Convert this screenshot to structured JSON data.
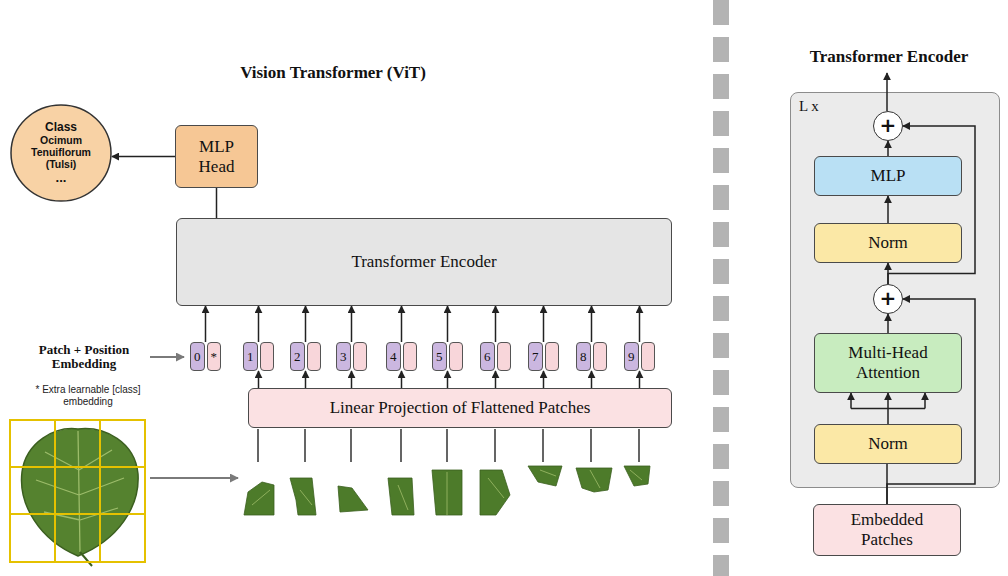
{
  "diagram": {
    "title": "Vision Transformer (ViT)",
    "nodes": [
      {
        "text": [
          "Class",
          "Ocimum Tenuiflorum (Tulsi)",
          "..."
        ]
      },
      {
        "text": [
          "MLP Head"
        ]
      },
      {
        "text": [
          "Transformer Encoder"
        ]
      },
      {
        "text": [
          "0",
          "*"
        ]
      },
      {
        "text": [
          "1"
        ]
      },
      {
        "text": [
          "2"
        ]
      },
      {
        "text": [
          "3"
        ]
      },
      {
        "text": [
          "4"
        ]
      },
      {
        "text": [
          "5"
        ]
      },
      {
        "text": [
          "6"
        ]
      },
      {
        "text": [
          "7"
        ]
      },
      {
        "text": [
          "8"
        ]
      },
      {
        "text": [
          "9"
        ]
      },
      {
        "text": [
          "Linear Projection of Flattened Patches"
        ]
      },
      {
        "text": [
          "Transformer Encoder",
          "L x"
        ]
      },
      {
        "text": [
          "+"
        ],
        "in": 14
      },
      {
        "text": [
          "MLP"
        ],
        "in": 14
      },
      {
        "text": [
          "Norm"
        ],
        "in": 14
      },
      {
        "text": [
          "+"
        ],
        "in": 14
      },
      {
        "text": [
          "Multi-Head Attention"
        ],
        "in": 14
      },
      {
        "text": [
          "Norm"
        ],
        "in": 14
      },
      {
        "text": [
          "Embedded Patches"
        ]
      }
    ],
    "edges": [
      {
        "from": 2,
        "to": 1,
        "arrow": "none"
      },
      {
        "from": 1,
        "to": 0,
        "arrow": "to"
      },
      {
        "from": 3,
        "to": 2,
        "arrow": "to"
      },
      {
        "from": 4,
        "to": 2,
        "arrow": "to"
      },
      {
        "from": 5,
        "to": 2,
        "arrow": "to"
      },
      {
        "from": 6,
        "to": 2,
        "arrow": "to"
      },
      {
        "from": 7,
        "to": 2,
        "arrow": "to"
      },
      {
        "from": 8,
        "to": 2,
        "arrow": "to"
      },
      {
        "from": 9,
        "to": 2,
        "arrow": "to"
      },
      {
        "from": 10,
        "to": 2,
        "arrow": "to"
      },
      {
        "from": 11,
        "to": 2,
        "arrow": "to"
      },
      {
        "from": 12,
        "to": 2,
        "arrow": "to"
      },
      {
        "from": 13,
        "to": 4,
        "arrow": "to"
      },
      {
        "from": 13,
        "to": 5,
        "arrow": "to"
      },
      {
        "from": 13,
        "to": 6,
        "arrow": "to"
      },
      {
        "from": 13,
        "to": 7,
        "arrow": "to"
      },
      {
        "from": 13,
        "to": 8,
        "arrow": "to"
      },
      {
        "from": 13,
        "to": 9,
        "arrow": "to"
      },
      {
        "from": 13,
        "to": 10,
        "arrow": "to"
      },
      {
        "from": 13,
        "to": 11,
        "arrow": "to"
      },
      {
        "from": 13,
        "to": 12,
        "arrow": "to"
      },
      {
        "from": 21,
        "to": 20,
        "arrow": "none"
      },
      {
        "from": 20,
        "to": 19,
        "arrow": "to"
      },
      {
        "from": 19,
        "to": 18,
        "arrow": "to"
      },
      {
        "from": 21,
        "to": 18,
        "arrow": "to"
      },
      {
        "from": 18,
        "to": 17,
        "arrow": "to"
      },
      {
        "from": 18,
        "to": 15,
        "arrow": "to"
      },
      {
        "from": 17,
        "to": 16,
        "arrow": "to"
      },
      {
        "from": 16,
        "to": 15,
        "arrow": "to"
      }
    ],
    "labels": [
      "Patch + Position Embedding",
      "* Extra learnable [class] embedding"
    ]
  }
}
